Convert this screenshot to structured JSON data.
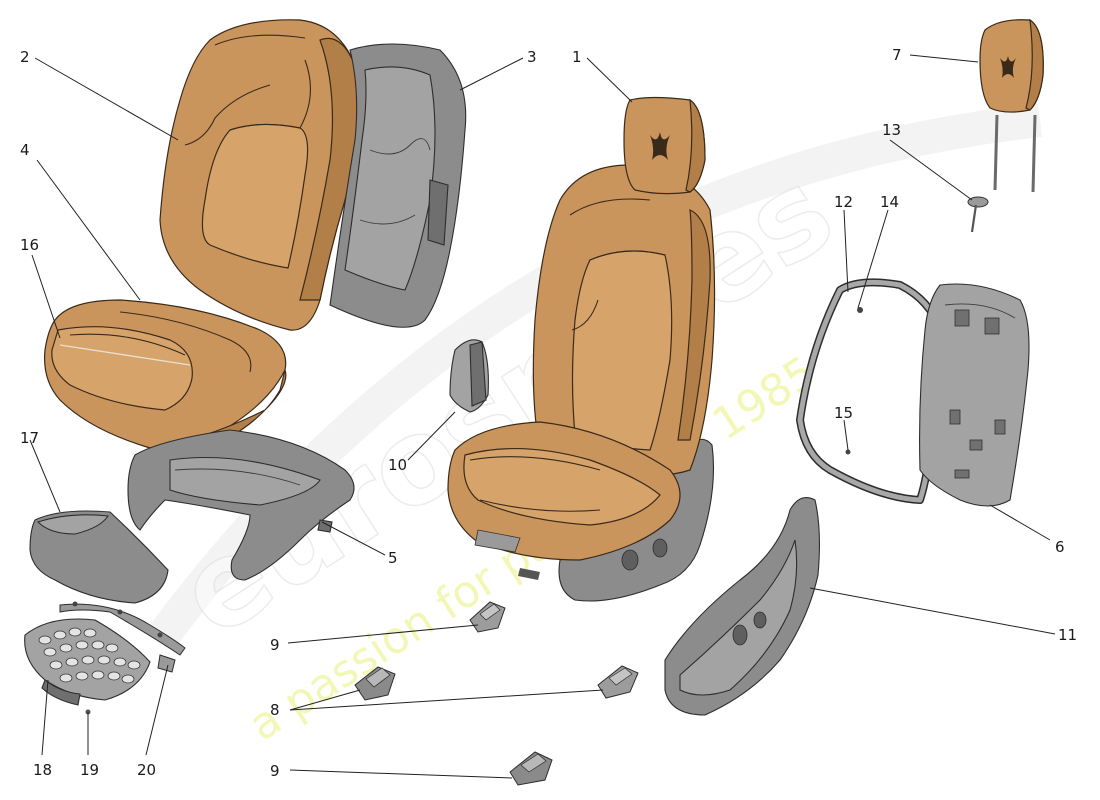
{
  "watermark": {
    "brand_text": "eurospares",
    "tagline": "a passion for parts since 1985"
  },
  "callouts": [
    {
      "id": "1",
      "label": "1"
    },
    {
      "id": "2",
      "label": "2"
    },
    {
      "id": "3",
      "label": "3"
    },
    {
      "id": "4",
      "label": "4"
    },
    {
      "id": "5",
      "label": "5"
    },
    {
      "id": "6",
      "label": "6"
    },
    {
      "id": "7",
      "label": "7"
    },
    {
      "id": "8",
      "label": "8"
    },
    {
      "id": "9a",
      "label": "9"
    },
    {
      "id": "9b",
      "label": "9"
    },
    {
      "id": "10",
      "label": "10"
    },
    {
      "id": "11",
      "label": "11"
    },
    {
      "id": "12",
      "label": "12"
    },
    {
      "id": "13",
      "label": "13"
    },
    {
      "id": "14",
      "label": "14"
    },
    {
      "id": "15",
      "label": "15"
    },
    {
      "id": "16",
      "label": "16"
    },
    {
      "id": "17",
      "label": "17"
    },
    {
      "id": "18",
      "label": "18"
    },
    {
      "id": "19",
      "label": "19"
    },
    {
      "id": "20",
      "label": "20"
    }
  ],
  "colors": {
    "upholstery": "#c9955c",
    "foam_and_trim": "#8c8c8c",
    "background": "#ffffff"
  }
}
